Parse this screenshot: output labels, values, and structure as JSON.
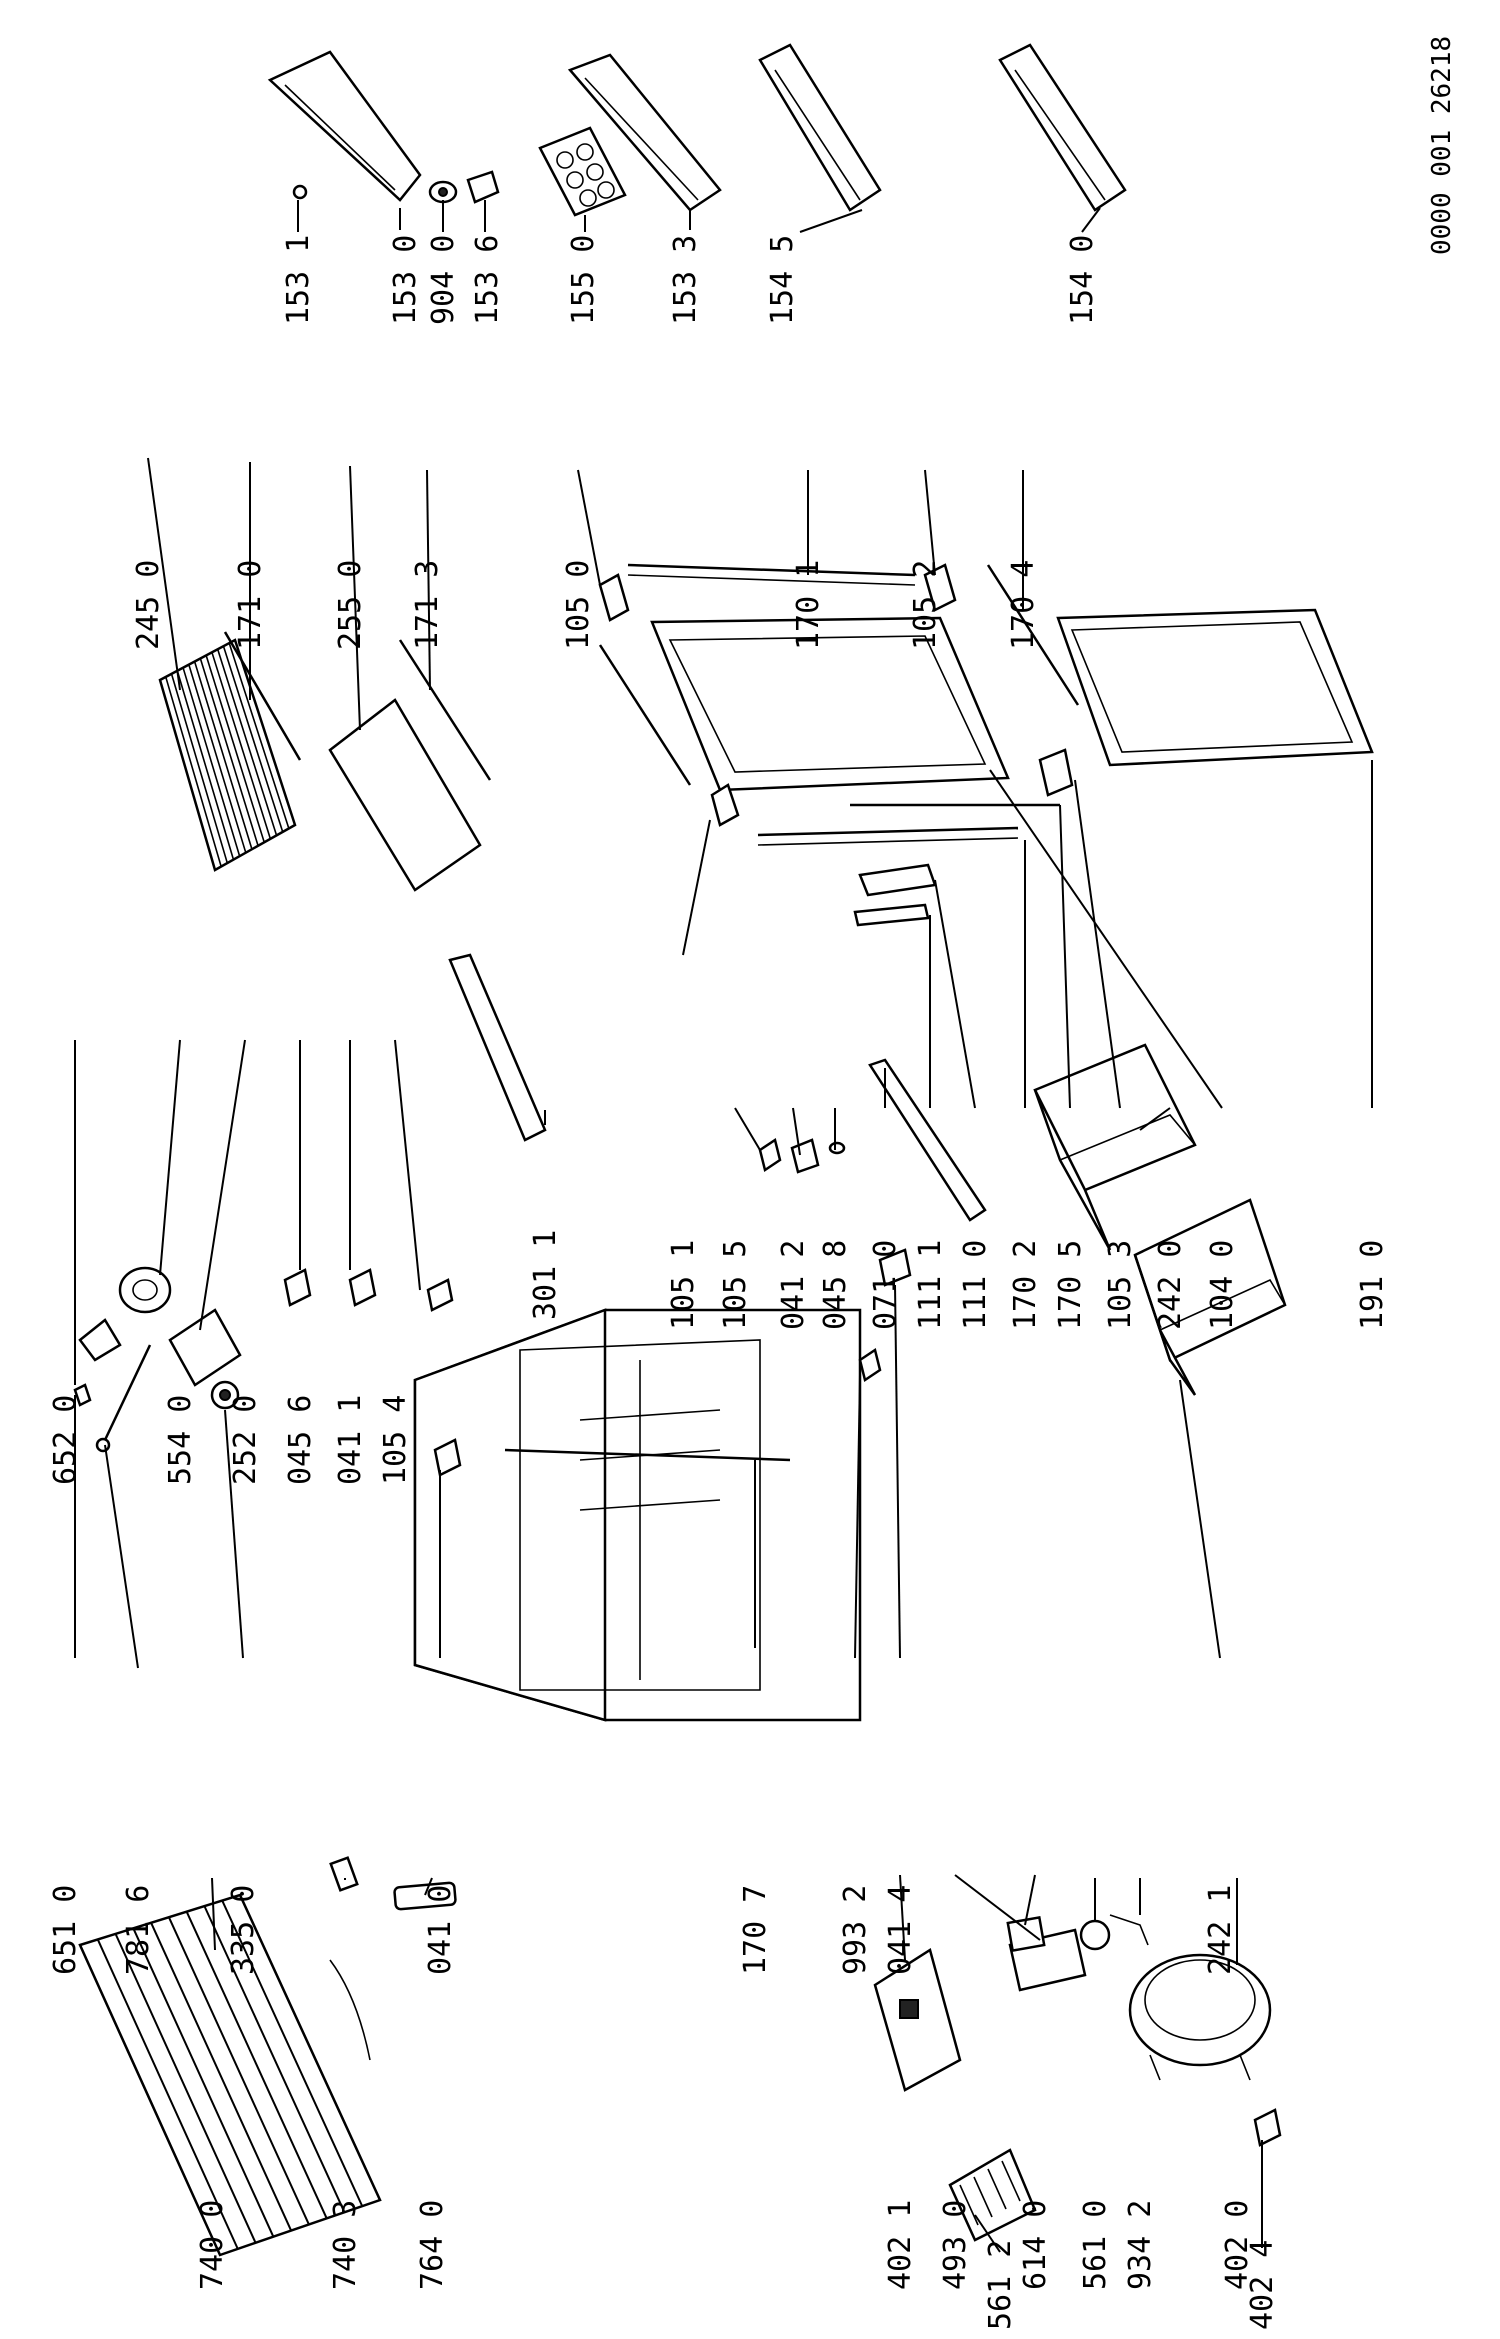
{
  "document_number": "0000 001 26218",
  "labels": [
    "153 1",
    "153 0",
    "904 0",
    "153 6",
    "155 0",
    "153 3",
    "154 5",
    "154 0",
    "245 0",
    "171 0",
    "255 0",
    "171 3",
    "105 0",
    "170 1",
    "105 2",
    "170 4",
    "652 0",
    "554 0",
    "252 0",
    "045 6",
    "041 1",
    "105 4",
    "301 1",
    "105 1",
    "105 5",
    "041 2",
    "045 8",
    "071 0",
    "111 1",
    "111 0",
    "170 2",
    "170 5",
    "105 3",
    "242 0",
    "104 0",
    "191 0",
    "651 0",
    "781 6",
    "335 0",
    "041 0",
    "170 7",
    "993 2",
    "041 4",
    "242 1",
    "740 0",
    "740 3",
    "764 0",
    "402 1",
    "493 0",
    "614 0",
    "561 0",
    "934 2",
    "402 0",
    "561 2",
    "402 4"
  ]
}
